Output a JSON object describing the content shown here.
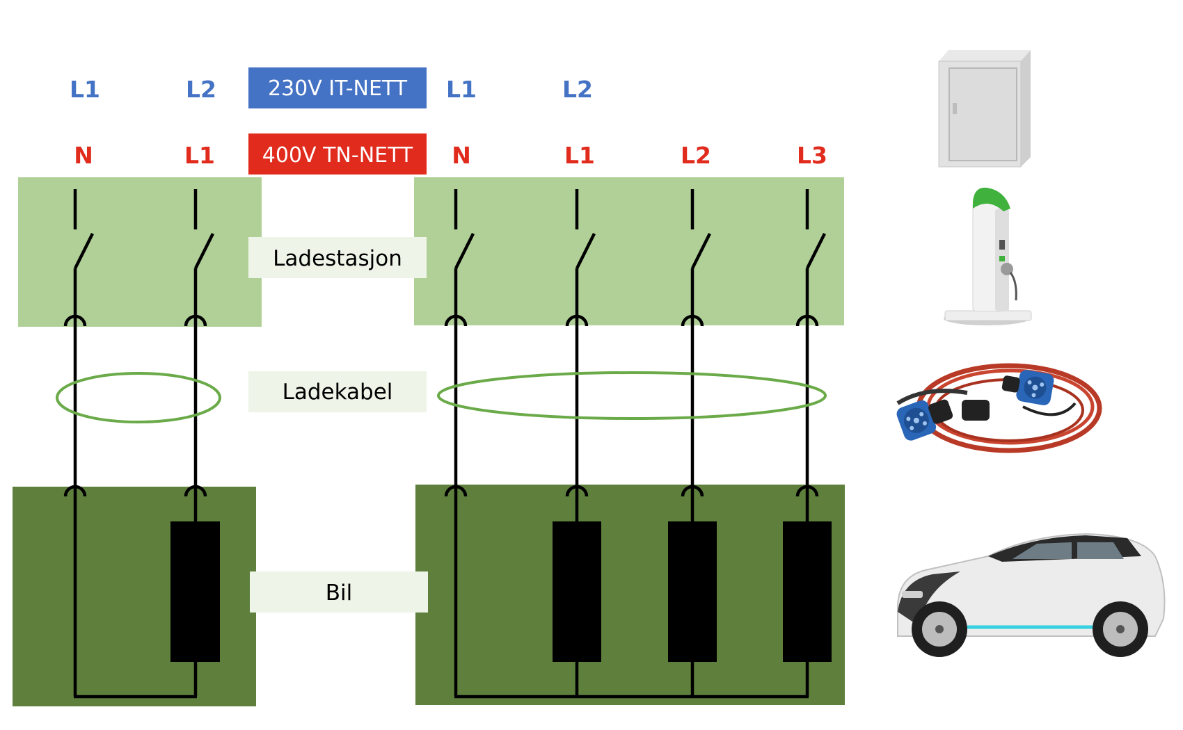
{
  "nets": {
    "it": {
      "label": "230V IT-NETT",
      "color": "#4472c4"
    },
    "tn": {
      "label": "400V TN-NETT",
      "color": "#e02b1d"
    }
  },
  "phases": {
    "blue_left": [
      "L1",
      "L2"
    ],
    "blue_right": [
      "L1",
      "L2"
    ],
    "red_left": [
      "N",
      "L1"
    ],
    "red_right": [
      "N",
      "L1",
      "L2",
      "L3"
    ]
  },
  "categories": {
    "station": "Ladestasjon",
    "cable": "Ladekabel",
    "car": "Bil"
  },
  "colors": {
    "station_fill": "#b1d098",
    "car_fill": "#5e803c",
    "cable_ring": "#6aaa48",
    "label_box": "#eef4e8",
    "label_blue": "#4472c4",
    "label_red": "#e02b1d"
  }
}
